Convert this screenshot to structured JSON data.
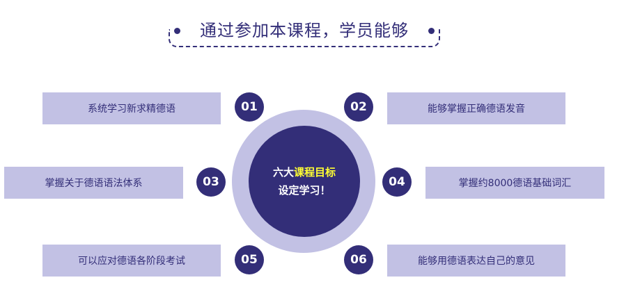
{
  "header": {
    "title": "通过参加本课程，学员能够"
  },
  "center": {
    "line1_prefix": "六大",
    "line1_highlight": "课程目标",
    "line2": "设定学习！",
    "highlight_color": "#ffff33"
  },
  "colors": {
    "primary": "#332e78",
    "light": "#c2c1e4"
  },
  "goals": [
    {
      "num": "01",
      "label": "系统学习新求精德语"
    },
    {
      "num": "02",
      "label": "能够掌握正确德语发音"
    },
    {
      "num": "03",
      "label": "掌握关于德语语法体系"
    },
    {
      "num": "04",
      "label": "掌握约8000德语基础词汇"
    },
    {
      "num": "05",
      "label": "可以应对德语各阶段考试"
    },
    {
      "num": "06",
      "label": "能够用德语表达自己的意见"
    }
  ]
}
